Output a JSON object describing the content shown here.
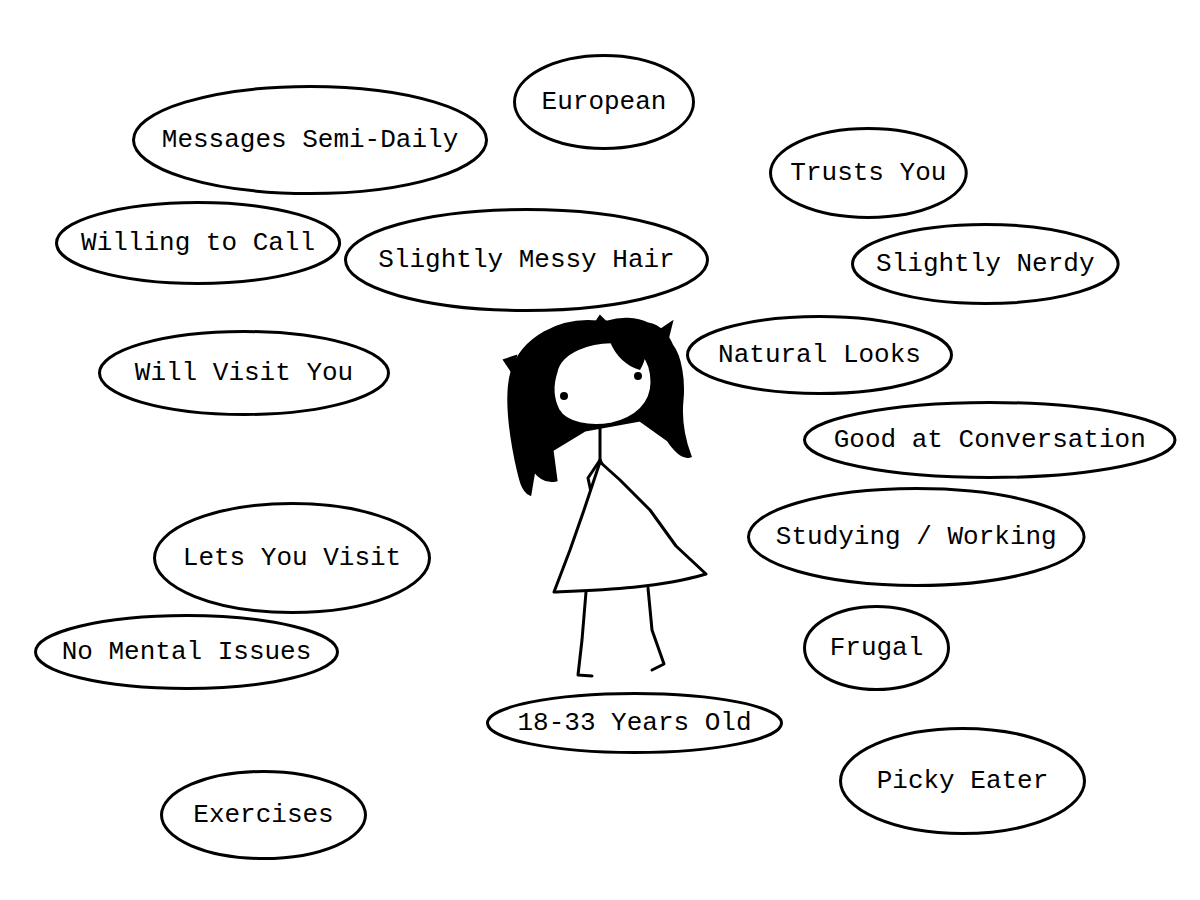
{
  "diagram": {
    "nodes": [
      {
        "text": [
          "European"
        ]
      },
      {
        "text": [
          "Messages Semi-Daily"
        ]
      },
      {
        "text": [
          "Trusts You"
        ]
      },
      {
        "text": [
          "Willing to Call"
        ]
      },
      {
        "text": [
          "Slightly Messy Hair"
        ]
      },
      {
        "text": [
          "Slightly Nerdy"
        ]
      },
      {
        "text": [
          "Natural Looks"
        ]
      },
      {
        "text": [
          "Will Visit You"
        ]
      },
      {
        "text": [
          "Good at Conversation"
        ]
      },
      {
        "text": [
          "Studying / Working"
        ]
      },
      {
        "text": [
          "Lets You Visit"
        ]
      },
      {
        "text": [
          "Frugal"
        ]
      },
      {
        "text": [
          "No Mental Issues"
        ]
      },
      {
        "text": [
          "18-33 Years Old"
        ]
      },
      {
        "text": [
          "Picky Eater"
        ]
      },
      {
        "text": [
          "Exercises"
        ]
      }
    ]
  }
}
